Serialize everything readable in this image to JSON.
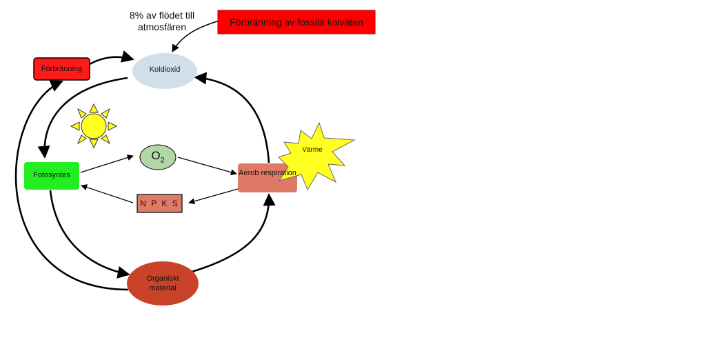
{
  "labels": {
    "note": "8% av flödet till atmosfären",
    "fossil": "Förbränning av fossila kolväten",
    "burning": "Förbränning",
    "co2": "Koldioxid",
    "photosynthesis": "Fotosyntes",
    "o2_letter": "O",
    "o2_sub": "2",
    "aerob": "Aerob respiration",
    "heat": "Värme",
    "nutrients": "N P K S",
    "organic": "Organiskt material"
  },
  "colors": {
    "fossil": "#ff0000",
    "burning": "#ff1a1a",
    "co2": "#d0e0ea",
    "photosynthesis": "#22ee22",
    "o2": "#b3d6a8",
    "aerob": "#e07a66",
    "heat": "#ffff22",
    "nutrients": "#e07a66",
    "organic": "#c8432a",
    "sun": "#ffff22"
  },
  "icons": {
    "sun": "sun-icon",
    "heat": "starburst-icon"
  }
}
